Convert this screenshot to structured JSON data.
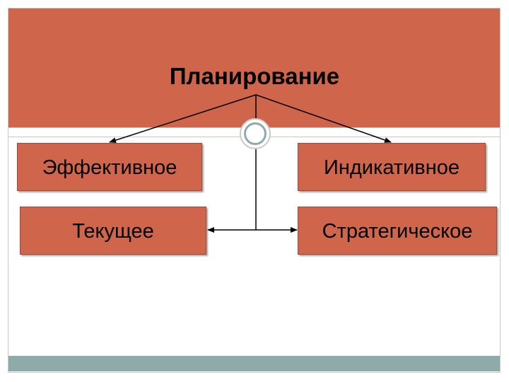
{
  "title": "Планирование",
  "nodes": [
    {
      "id": "effective",
      "label": "Эффективное"
    },
    {
      "id": "indicative",
      "label": "Индикативное"
    },
    {
      "id": "current",
      "label": "Текущее"
    },
    {
      "id": "strategic",
      "label": "Стратегическое"
    }
  ],
  "colors": {
    "header": "#cf654a",
    "box_fill": "#cf654a",
    "footer": "#8eaaab",
    "ornament_ring": "#8eaaab"
  }
}
